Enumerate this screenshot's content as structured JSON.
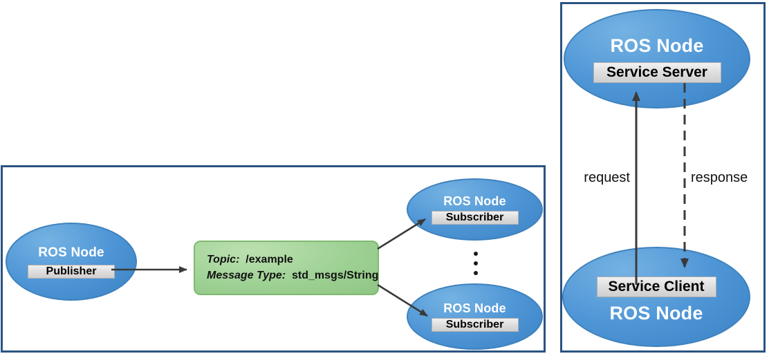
{
  "diagram": {
    "left": {
      "publisher_node": {
        "title": "ROS Node",
        "label": "Publisher"
      },
      "topic": {
        "topic_label": "Topic:",
        "topic_value": "/example",
        "type_label": "Message Type:",
        "type_value": "std_msgs/String"
      },
      "subscribers": [
        {
          "title": "ROS Node",
          "label": "Subscriber"
        },
        {
          "title": "ROS Node",
          "label": "Subscriber"
        }
      ]
    },
    "right": {
      "server_node": {
        "title": "ROS Node",
        "label": "Service Server"
      },
      "client_node": {
        "title": "ROS Node",
        "label": "Service Client"
      },
      "request_label": "request",
      "response_label": "response"
    },
    "colors": {
      "panel_border": "#2a5382",
      "node_fill": "#4e95d6",
      "node_border": "#3f82bd",
      "topic_fill": "#9ed194",
      "topic_border": "#7eb96f",
      "label_box_fill": "#d9d9d9",
      "arrow": "#3a3a3a"
    }
  }
}
